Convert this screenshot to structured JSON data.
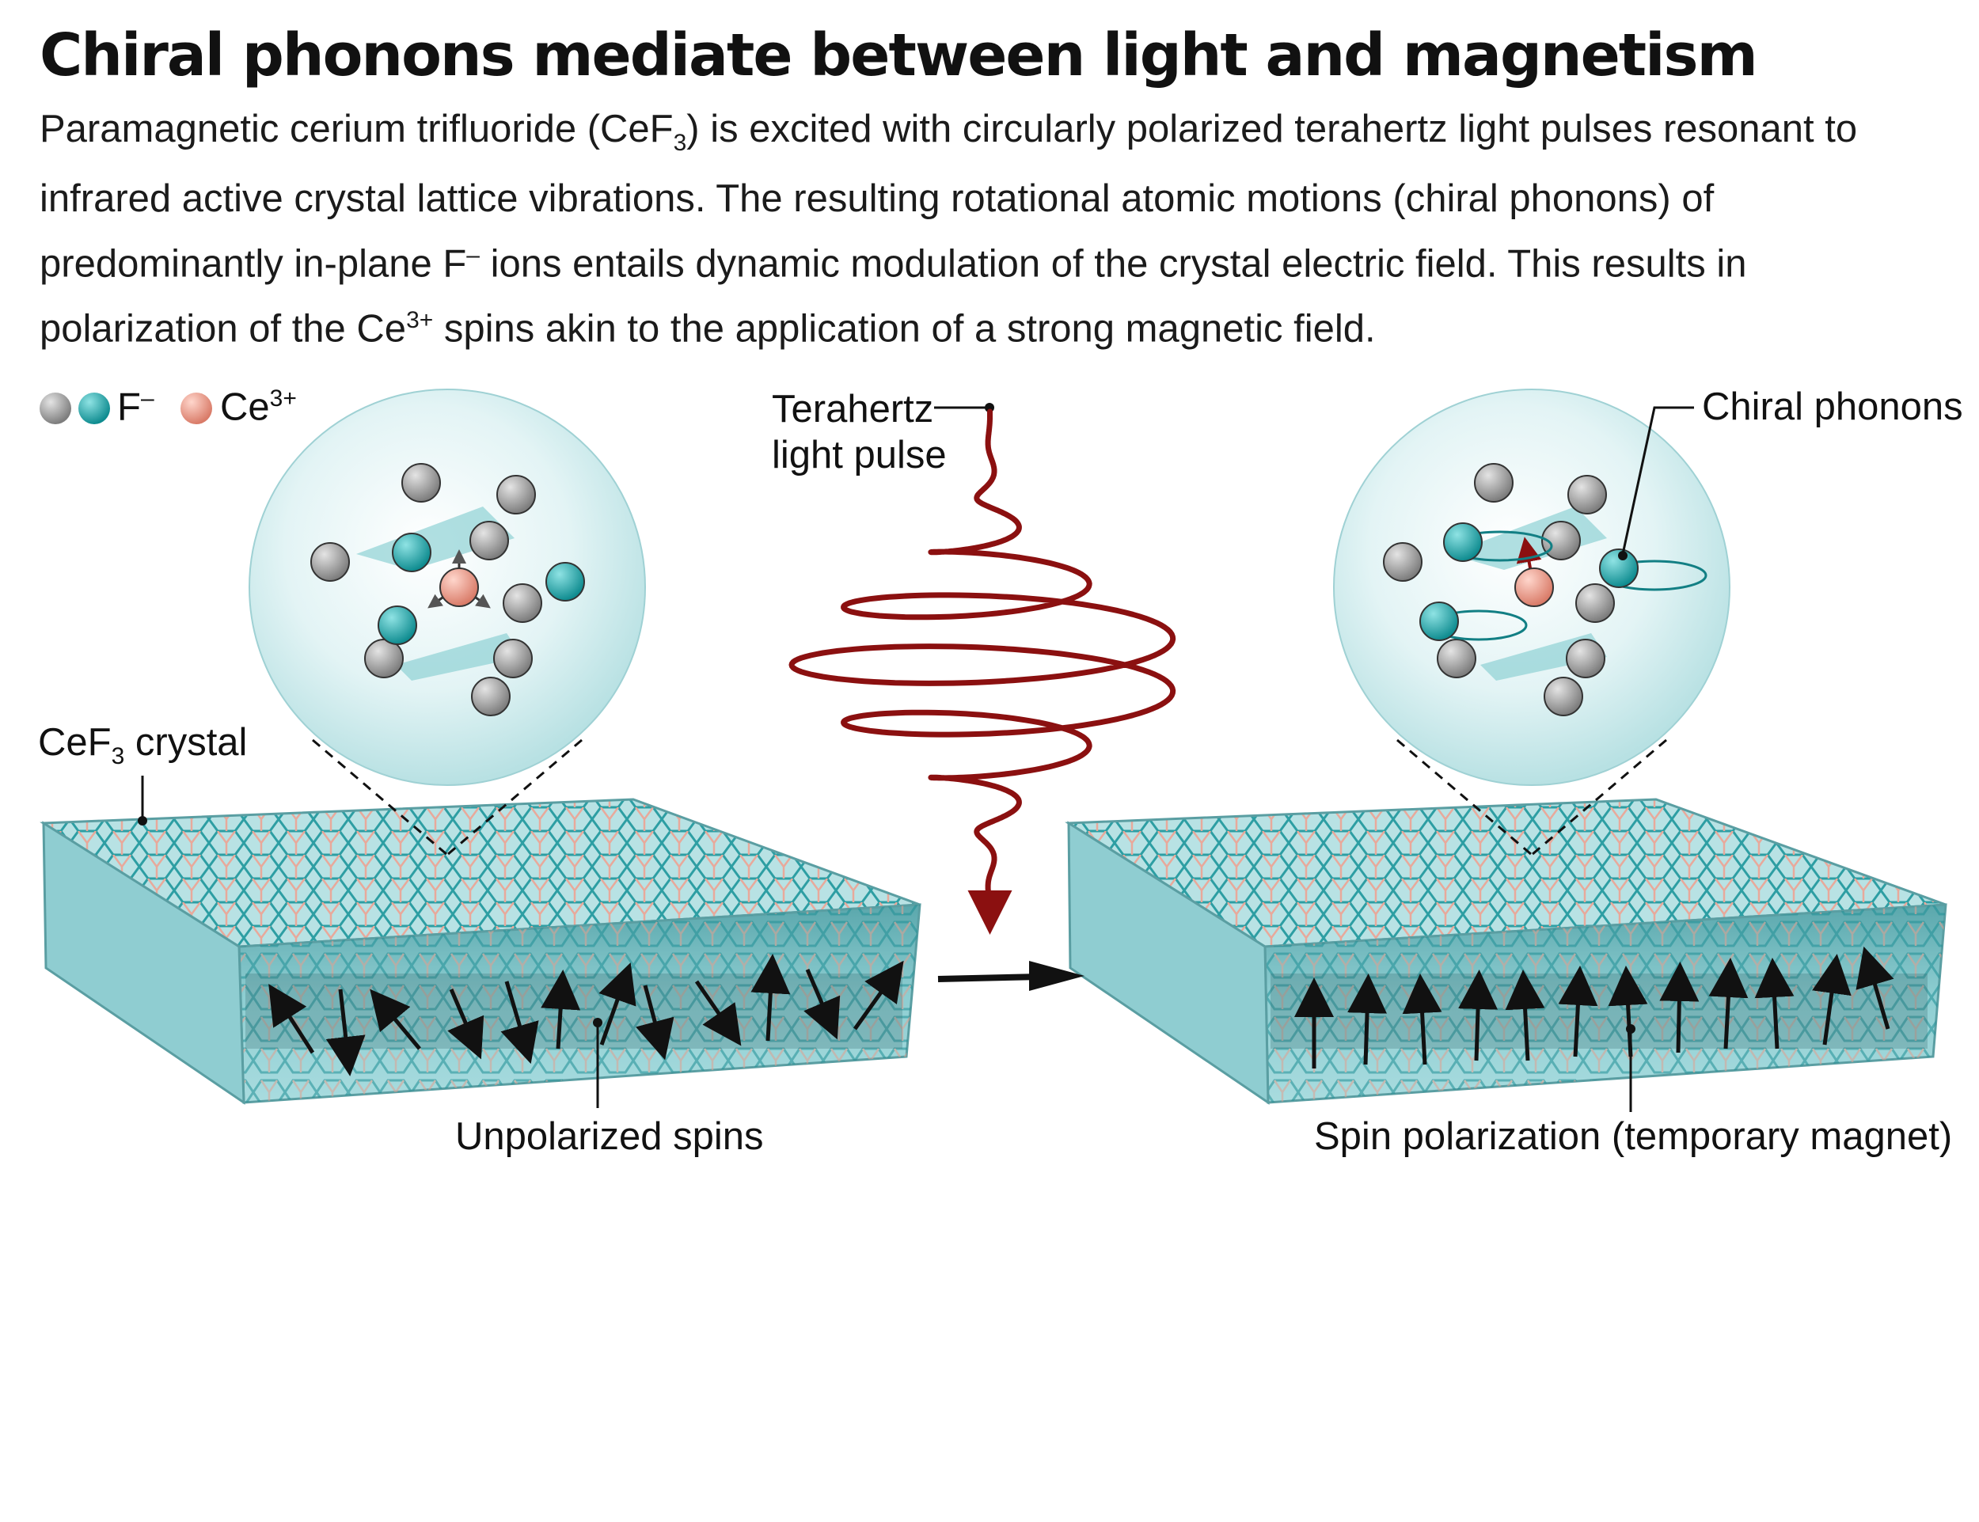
{
  "title": "Chiral phonons mediate between light and magnetism",
  "description": {
    "p1": "Paramagnetic cerium trifluoride (CeF",
    "p1_sub": "3",
    "p2": ") is excited with circularly polarized terahertz light pulses resonant to infrared active crystal lattice vibrations. The resulting rotational atomic motions (chiral phonons) of predominantly in-plane F",
    "p2_sup": "–",
    "p3": " ions entails dynamic modulation of the crystal electric field. This results in polarization of the Ce",
    "p3_sup": "3+",
    "p4": " spins akin to the application of a strong magnetic field."
  },
  "legend": {
    "f_label": "F",
    "f_sup": "–",
    "ce_label": "Ce",
    "ce_sup": "3+"
  },
  "labels": {
    "terahertz_line1": "Terahertz",
    "terahertz_line2": "light pulse",
    "chiral_phonons": "Chiral phonons",
    "crystal_label": "CeF",
    "crystal_sub": "3",
    "crystal_suffix": " crystal",
    "unpolarized_spins": "Unpolarized spins",
    "spin_polarization": "Spin polarization (temporary magnet)"
  },
  "colors": {
    "f_ion_gray": "#9a9a9a",
    "f_ion_teal": "#1aa7ab",
    "ce_ion": "#e9a090",
    "pulse": "#8b1010",
    "crystal": "#a8dadd",
    "bubble": "#d8f0f1"
  },
  "icons": {
    "arrow": "right-arrow-icon"
  }
}
